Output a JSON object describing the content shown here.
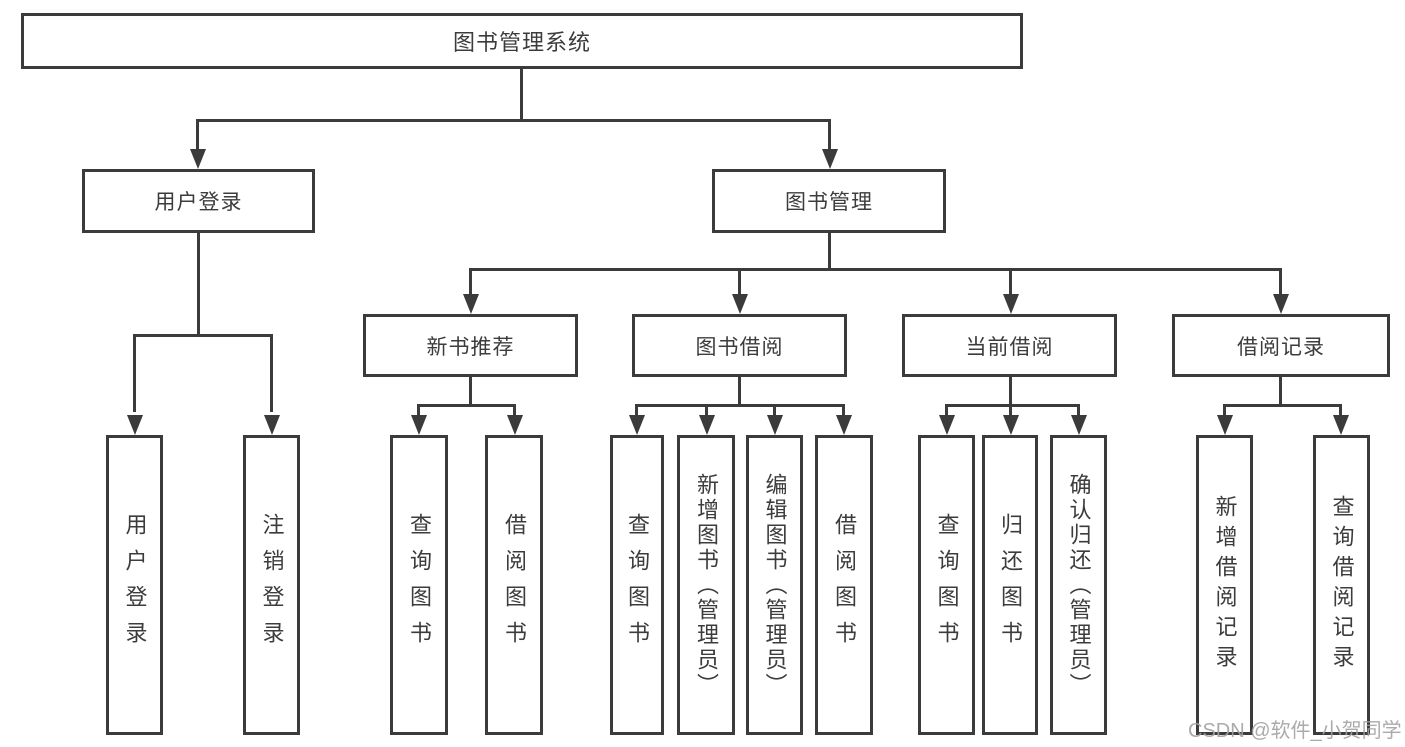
{
  "diagram": {
    "type": "tree",
    "colors": {
      "line": "#3b3b3b",
      "box_border": "#3b3b3b",
      "text": "#3c3c3c",
      "background": "#ffffff",
      "watermark": "#a2a2a2"
    },
    "tree": {
      "label": "图书管理系统",
      "children": [
        {
          "label": "用户登录",
          "children": [
            {
              "label": "用户登录"
            },
            {
              "label": "注销登录"
            }
          ]
        },
        {
          "label": "图书管理",
          "children": [
            {
              "label": "新书推荐",
              "children": [
                {
                  "label": "查询图书"
                },
                {
                  "label": "借阅图书"
                }
              ]
            },
            {
              "label": "图书借阅",
              "children": [
                {
                  "label": "查询图书"
                },
                {
                  "label": "新增图书（管理员）"
                },
                {
                  "label": "编辑图书（管理员）"
                },
                {
                  "label": "借阅图书"
                }
              ]
            },
            {
              "label": "当前借阅",
              "children": [
                {
                  "label": "查询图书"
                },
                {
                  "label": "归还图书"
                },
                {
                  "label": "确认归还（管理员）"
                }
              ]
            },
            {
              "label": "借阅记录",
              "children": [
                {
                  "label": "新增借阅记录"
                },
                {
                  "label": "查询借阅记录"
                }
              ]
            }
          ]
        }
      ]
    }
  },
  "watermark": {
    "text": "CSDN @软件_小贺同学"
  }
}
